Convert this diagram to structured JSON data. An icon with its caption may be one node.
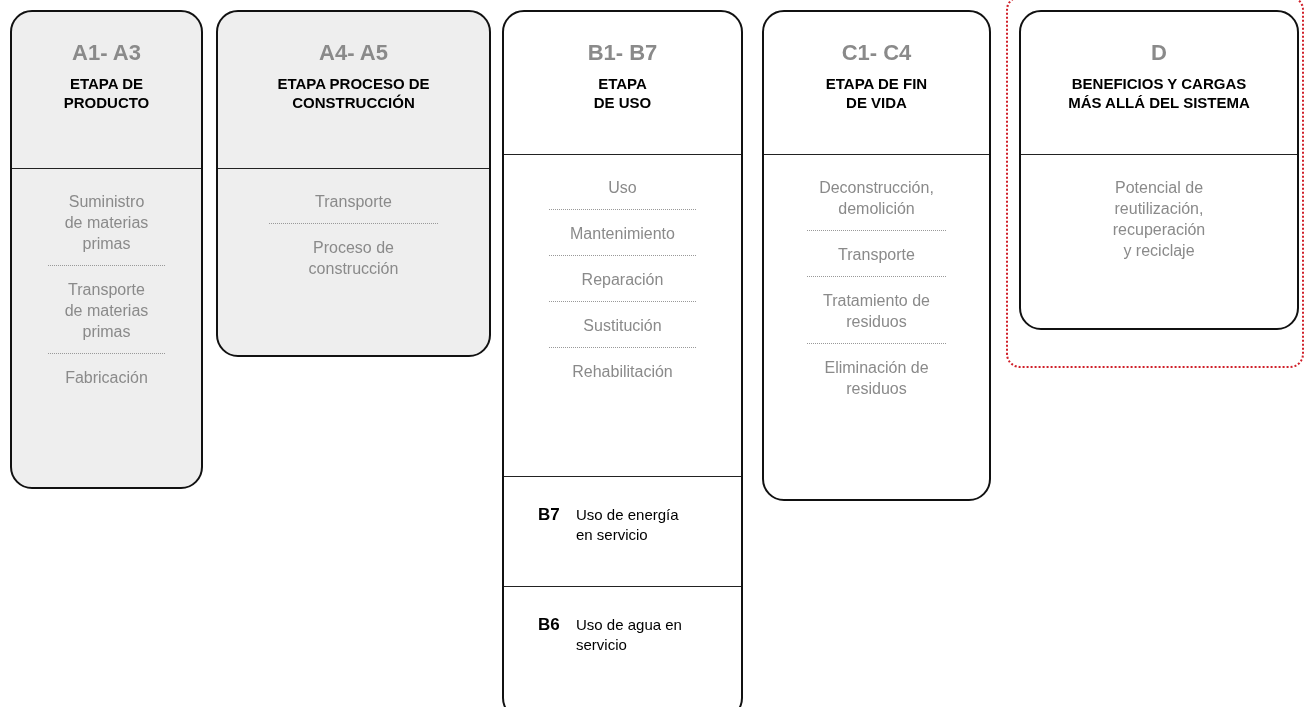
{
  "diagram": {
    "nodes": [
      {
        "text": [
          "A1- A3",
          "ETAPA DE PRODUCTO",
          "Suministro de materias primas",
          "Transporte de materias primas",
          "Fabricación"
        ]
      },
      {
        "text": [
          "A4- A5",
          "ETAPA PROCESO DE CONSTRUCCIÓN",
          "Transporte",
          "Proceso de construcción"
        ]
      },
      {
        "text": [
          "B1- B7",
          "ETAPA DE USO",
          "Uso",
          "Mantenimiento",
          "Reparación",
          "Sustitución",
          "Rehabilitación",
          "B7",
          "Uso de energía en servicio",
          "B6",
          "Uso de agua en servicio"
        ]
      },
      {
        "text": [
          "C1- C4",
          "ETAPA DE FIN DE VIDA",
          "Deconstrucción, demolición",
          "Transporte",
          "Tratamiento de residuos",
          "Eliminación de residuos"
        ]
      },
      {
        "text": [],
        "shape": "box"
      },
      {
        "text": [
          "D",
          "BENEFICIOS Y CARGAS MÁS ALLÁ DEL SISTEMA",
          "Potencial de reutilización, recuperación y reciclaje"
        ],
        "in": 4
      }
    ],
    "edges": []
  }
}
